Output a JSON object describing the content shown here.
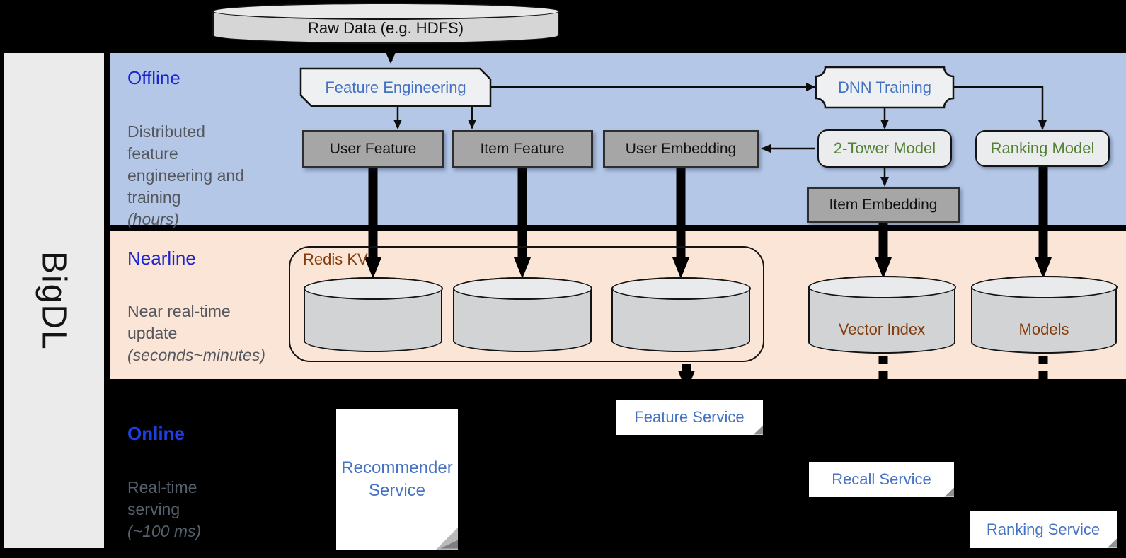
{
  "sidebar": {
    "brand": "BigDL"
  },
  "top": {
    "raw_data": "Raw Data (e.g. HDFS)"
  },
  "sections": {
    "offline": {
      "title": "Offline",
      "desc": "Distributed\nfeature\nengineering and\ntraining",
      "desc_note": "(hours)"
    },
    "nearline": {
      "title": "Nearline",
      "desc": "Near real-time\nupdate",
      "desc_note": "(seconds~minutes)"
    },
    "online": {
      "title": "Online",
      "desc": "Real-time\nserving",
      "desc_note": "(~100 ms)"
    }
  },
  "offline": {
    "feature_engineering": "Feature Engineering",
    "dnn_training": "DNN Training",
    "user_feature": "User Feature",
    "item_feature": "Item Feature",
    "user_embedding": "User Embedding",
    "two_tower_model": "2-Tower Model",
    "ranking_model": "Ranking Model",
    "item_embedding": "Item Embedding"
  },
  "nearline": {
    "redis_kv": "Redis KV",
    "vector_index": "Vector Index",
    "models": "Models"
  },
  "online": {
    "recommender_service": "Recommender Service",
    "feature_service": "Feature Service",
    "recall_service": "Recall Service",
    "ranking_service": "Ranking Service"
  },
  "colors": {
    "offline_band": "#b4c7e7",
    "nearline_band": "#fbe5d6",
    "online_band": "#000000",
    "accent_blue": "#4472c4",
    "accent_green": "#548235",
    "accent_brown": "#843c0c",
    "section_title_blue": "#1b25cf",
    "gray_node": "#a6a6a6"
  }
}
